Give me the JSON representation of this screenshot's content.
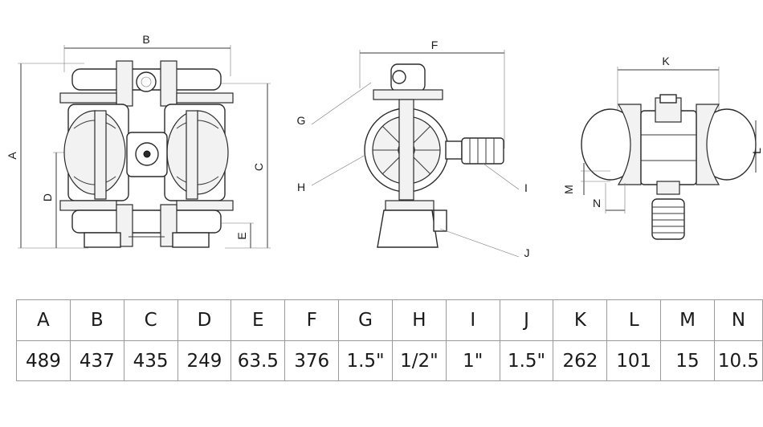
{
  "callouts": {
    "a": "A",
    "b": "B",
    "c": "C",
    "d": "D",
    "e": "E",
    "f": "F",
    "g": "G",
    "h": "H",
    "i": "I",
    "j": "J",
    "k": "K",
    "l": "L",
    "m": "M",
    "n": "N"
  },
  "table": {
    "headers": [
      "A",
      "B",
      "C",
      "D",
      "E",
      "F",
      "G",
      "H",
      "I",
      "J",
      "K",
      "L",
      "M",
      "N"
    ],
    "values": [
      "489",
      "437",
      "435",
      "249",
      "63.5",
      "376",
      "1.5\"",
      "1/2\"",
      "1\"",
      "1.5\"",
      "262",
      "101",
      "15",
      "10.5"
    ]
  }
}
